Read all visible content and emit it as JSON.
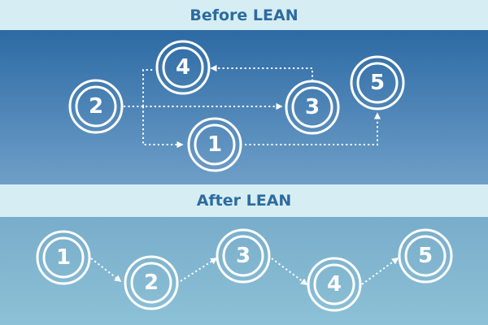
{
  "before": {
    "title": "Before LEAN",
    "nodes": [
      {
        "id": "n4",
        "label": "4"
      },
      {
        "id": "n2",
        "label": "2"
      },
      {
        "id": "n3",
        "label": "3"
      },
      {
        "id": "n5",
        "label": "5"
      },
      {
        "id": "n1",
        "label": "1"
      }
    ]
  },
  "after": {
    "title": "After LEAN",
    "nodes": [
      {
        "id": "a1",
        "label": "1"
      },
      {
        "id": "a2",
        "label": "2"
      },
      {
        "id": "a3",
        "label": "3"
      },
      {
        "id": "a4",
        "label": "4"
      },
      {
        "id": "a5",
        "label": "5"
      }
    ]
  },
  "colors": {
    "band_bg": "#d6eef3",
    "title_text": "#2d6b9f",
    "top_panel_start": "#2c6aa4",
    "top_panel_end": "#6f9fc8",
    "bottom_panel_start": "#78adcb",
    "bottom_panel_end": "#8dc1d6",
    "node_stroke": "#ffffff"
  }
}
